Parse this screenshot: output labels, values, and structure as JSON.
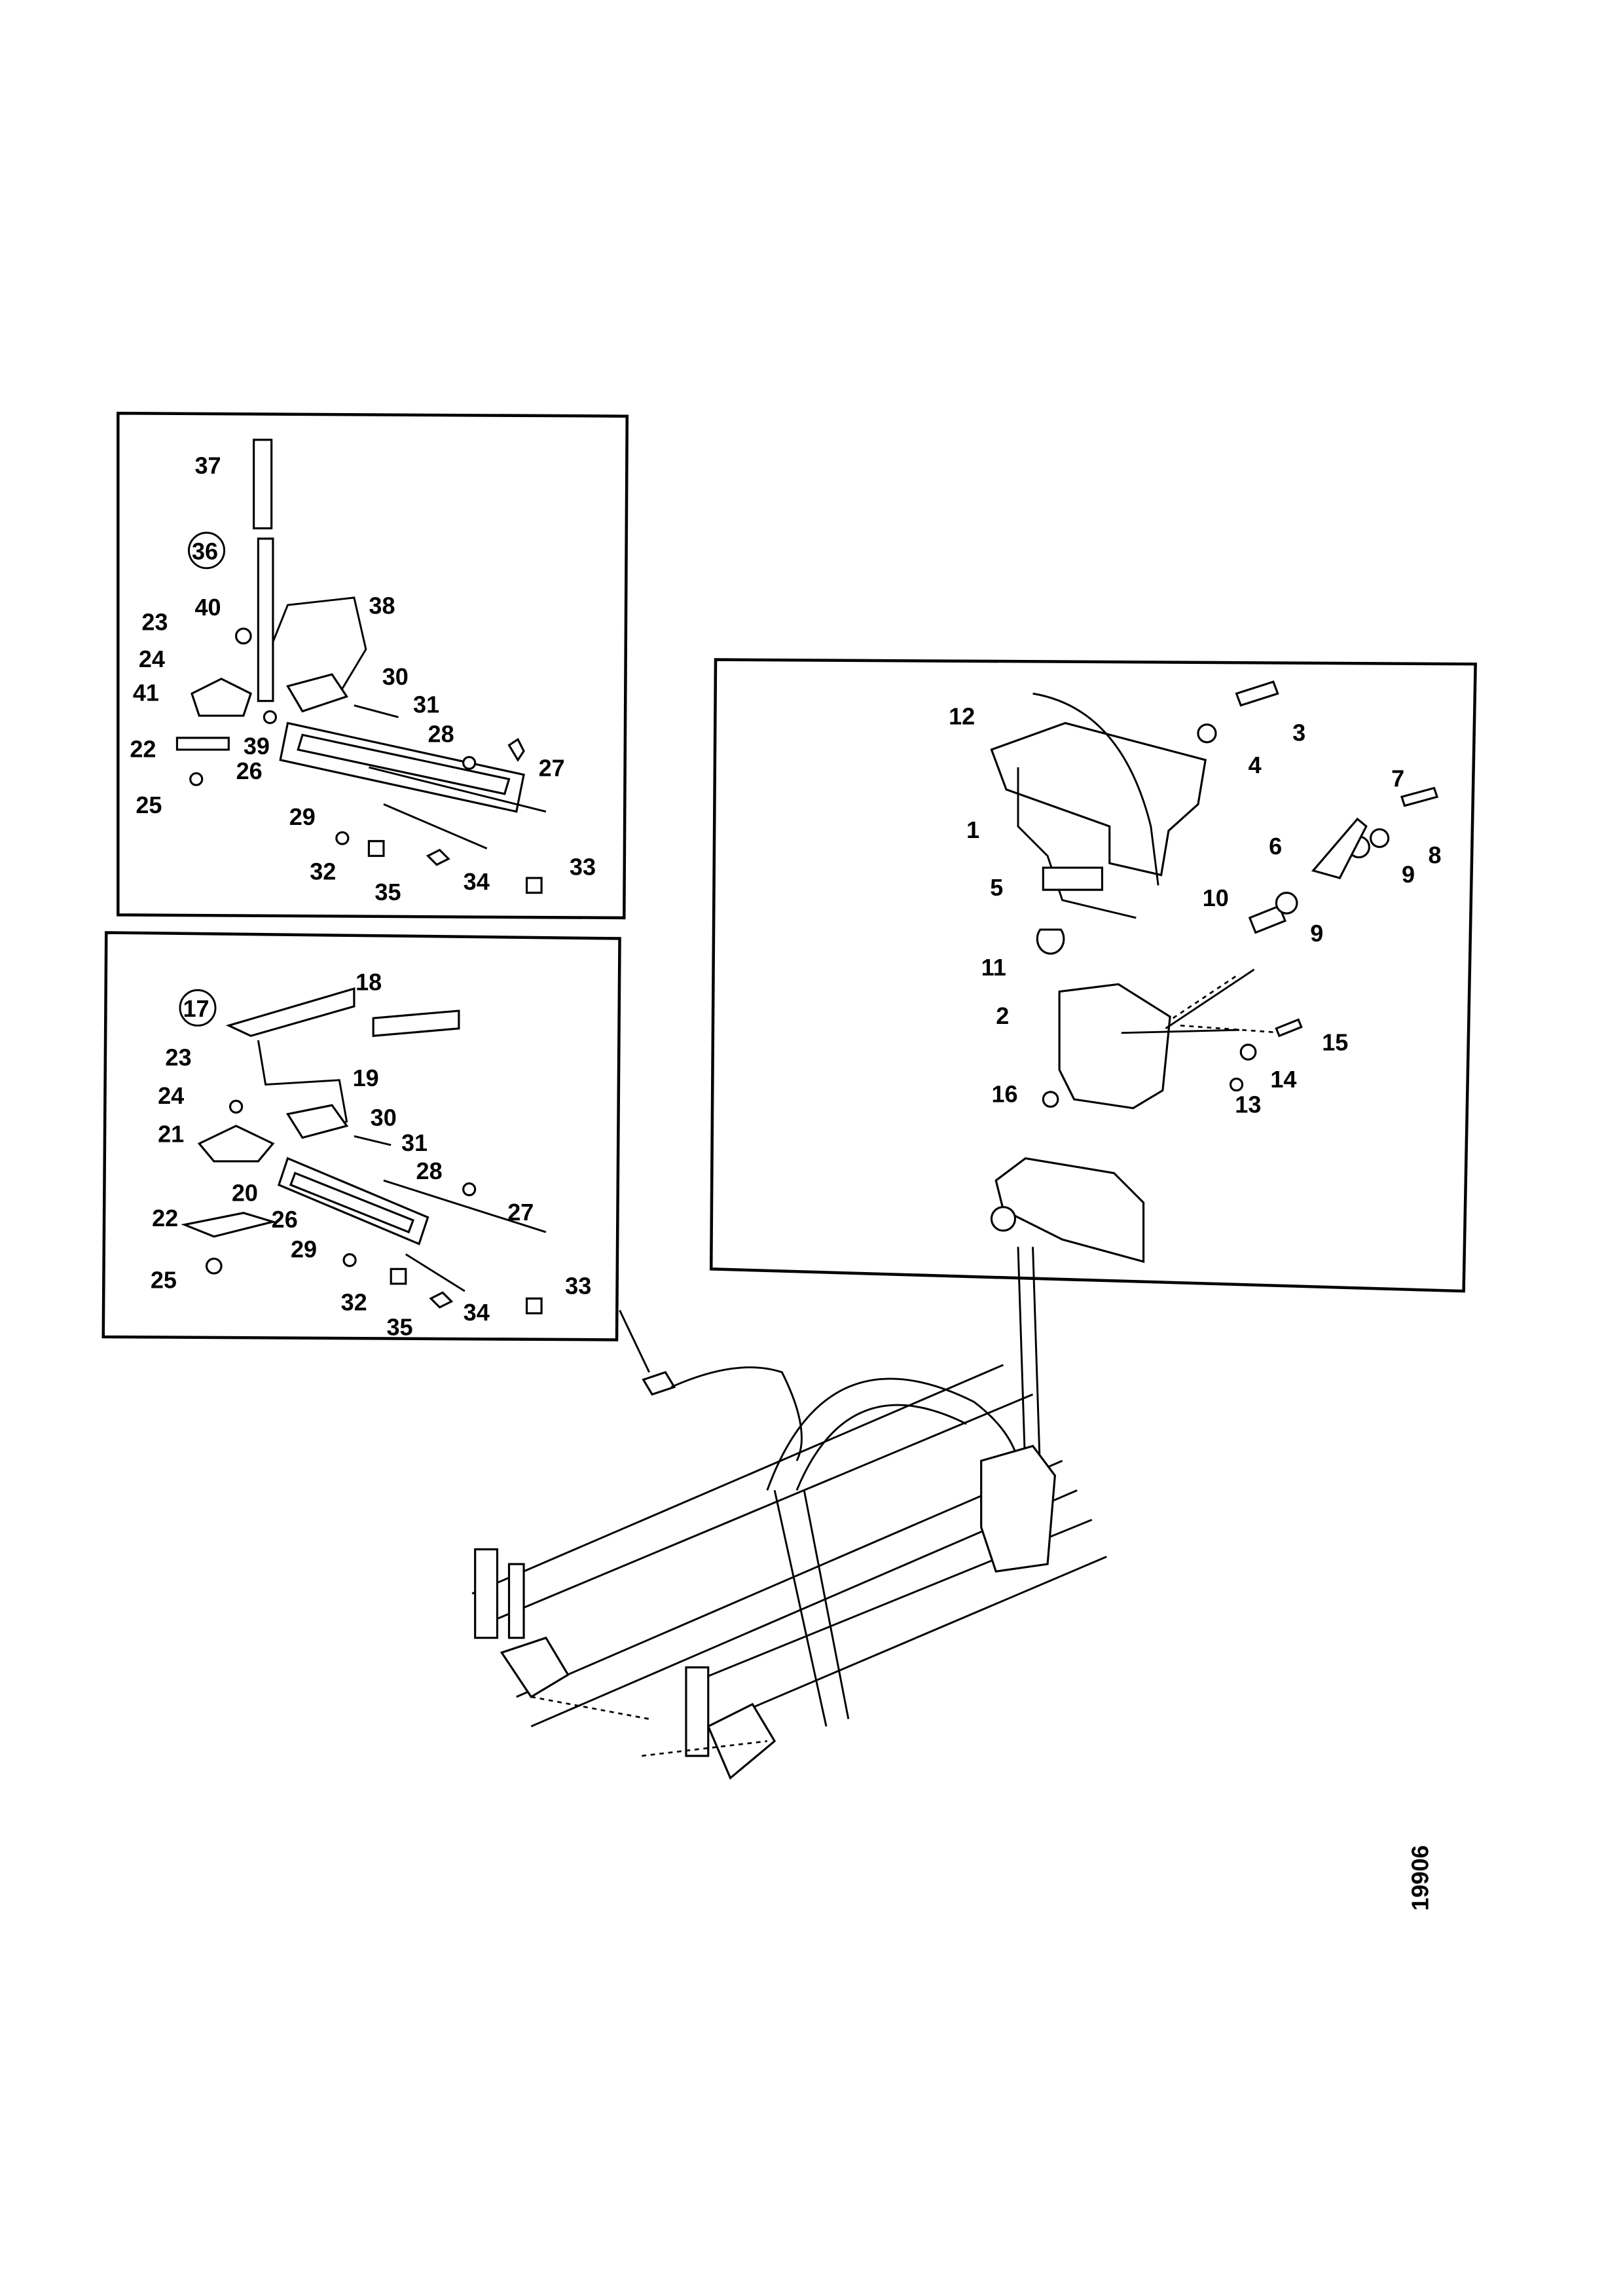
{
  "figure_number": "19906",
  "upper_left_inset": {
    "labels": [
      "37",
      "36",
      "40",
      "38",
      "23",
      "24",
      "41",
      "30",
      "31",
      "39",
      "28",
      "22",
      "26",
      "27",
      "25",
      "29",
      "32",
      "33",
      "35",
      "34"
    ],
    "circled": [
      "36"
    ]
  },
  "lower_left_inset": {
    "labels": [
      "17",
      "18",
      "19",
      "23",
      "24",
      "30",
      "21",
      "31",
      "28",
      "20",
      "27",
      "22",
      "26",
      "29",
      "25",
      "33",
      "32",
      "34",
      "35"
    ],
    "circled": [
      "17"
    ]
  },
  "right_inset": {
    "labels": [
      "12",
      "3",
      "4",
      "7",
      "1",
      "6",
      "8",
      "9",
      "5",
      "10",
      "9",
      "11",
      "2",
      "15",
      "14",
      "16",
      "13"
    ]
  }
}
